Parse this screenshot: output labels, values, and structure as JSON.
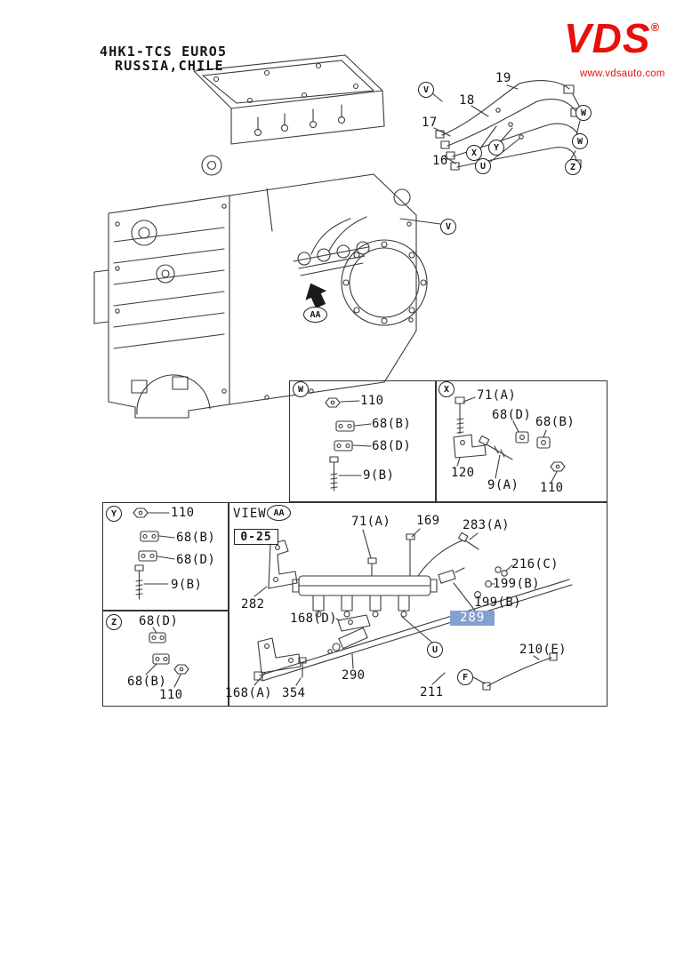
{
  "header": {
    "title_line1": "4HK1-TCS EURO5",
    "title_line2": "RUSSIA,CHILE"
  },
  "logo": {
    "brand": "VDS",
    "registered_mark": "®",
    "website": "www.vdsauto.com"
  },
  "colors": {
    "logo_red": "#e8100c",
    "highlight_fill": "#84a0d0",
    "highlight_text": "#ffffff",
    "line_art": "#3a3a3a"
  },
  "engine_view": {
    "aa_marker": "AA",
    "v_marker": "V"
  },
  "pipe_assembly": {
    "callouts": {
      "c16": "16",
      "c17": "17",
      "c18": "18",
      "c19": "19"
    },
    "markers": {
      "v_top": "V",
      "w_upper": "W",
      "w_lower": "W",
      "x": "X",
      "y": "Y",
      "u": "U",
      "z": "Z"
    }
  },
  "panel_w": {
    "marker": "W",
    "parts": {
      "p110": "110",
      "p68b": "68(B)",
      "p68d": "68(D)",
      "p9b": "9(B)"
    }
  },
  "panel_x": {
    "marker": "X",
    "parts": {
      "p71a": "71(A)",
      "p68d": "68(D)",
      "p68b": "68(B)",
      "p120": "120",
      "p9a": "9(A)",
      "p110": "110"
    }
  },
  "panel_y": {
    "marker": "Y",
    "parts": {
      "p110": "110",
      "p68b": "68(B)",
      "p68d": "68(D)",
      "p9b": "9(B)"
    }
  },
  "panel_z": {
    "marker": "Z",
    "parts": {
      "p68d": "68(D)",
      "p68b": "68(B)",
      "p110": "110"
    }
  },
  "view_aa": {
    "view_label": "VIEW",
    "marker": "AA",
    "page_ref": "0-25",
    "markers": {
      "u": "U",
      "f": "F"
    },
    "parts": {
      "p71a": "71(A)",
      "p169": "169",
      "p283a": "283(A)",
      "p216c": "216(C)",
      "p199b_top": "199(B)",
      "p199b_bottom": "199(B)",
      "p282": "282",
      "p168d": "168(D)",
      "p289": "289",
      "p168a": "168(A)",
      "p354": "354",
      "p290": "290",
      "p211": "211",
      "p210e": "210(E)"
    },
    "highlighted_part": "289"
  }
}
